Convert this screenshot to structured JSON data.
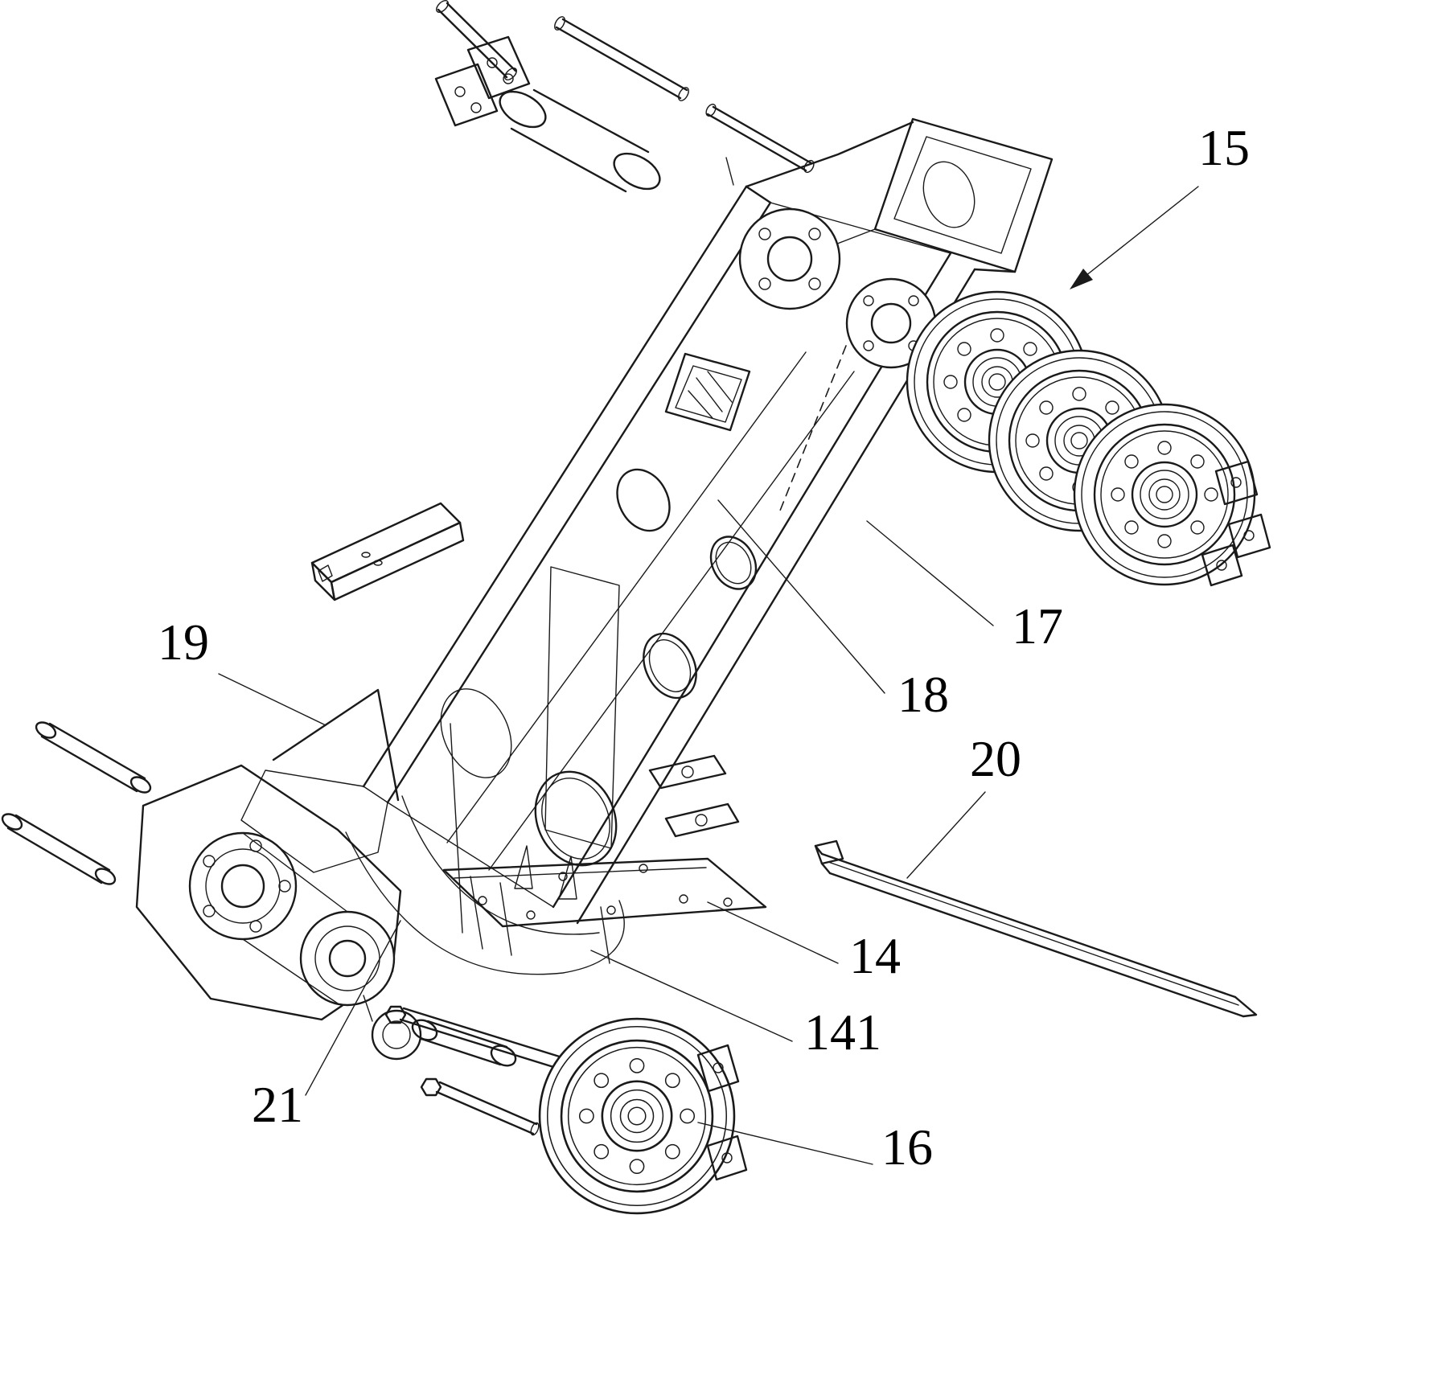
{
  "figure": {
    "kind": "patent-exploded-line-drawing",
    "background_color": "#ffffff",
    "line_color": "#1a1a1a",
    "labels": [
      {
        "ref": "15",
        "text": "15"
      },
      {
        "ref": "17",
        "text": "17"
      },
      {
        "ref": "18",
        "text": "18"
      },
      {
        "ref": "19",
        "text": "19"
      },
      {
        "ref": "20",
        "text": "20"
      },
      {
        "ref": "14",
        "text": "14"
      },
      {
        "ref": "141",
        "text": "141"
      },
      {
        "ref": "21",
        "text": "21"
      },
      {
        "ref": "16",
        "text": "16"
      }
    ]
  }
}
